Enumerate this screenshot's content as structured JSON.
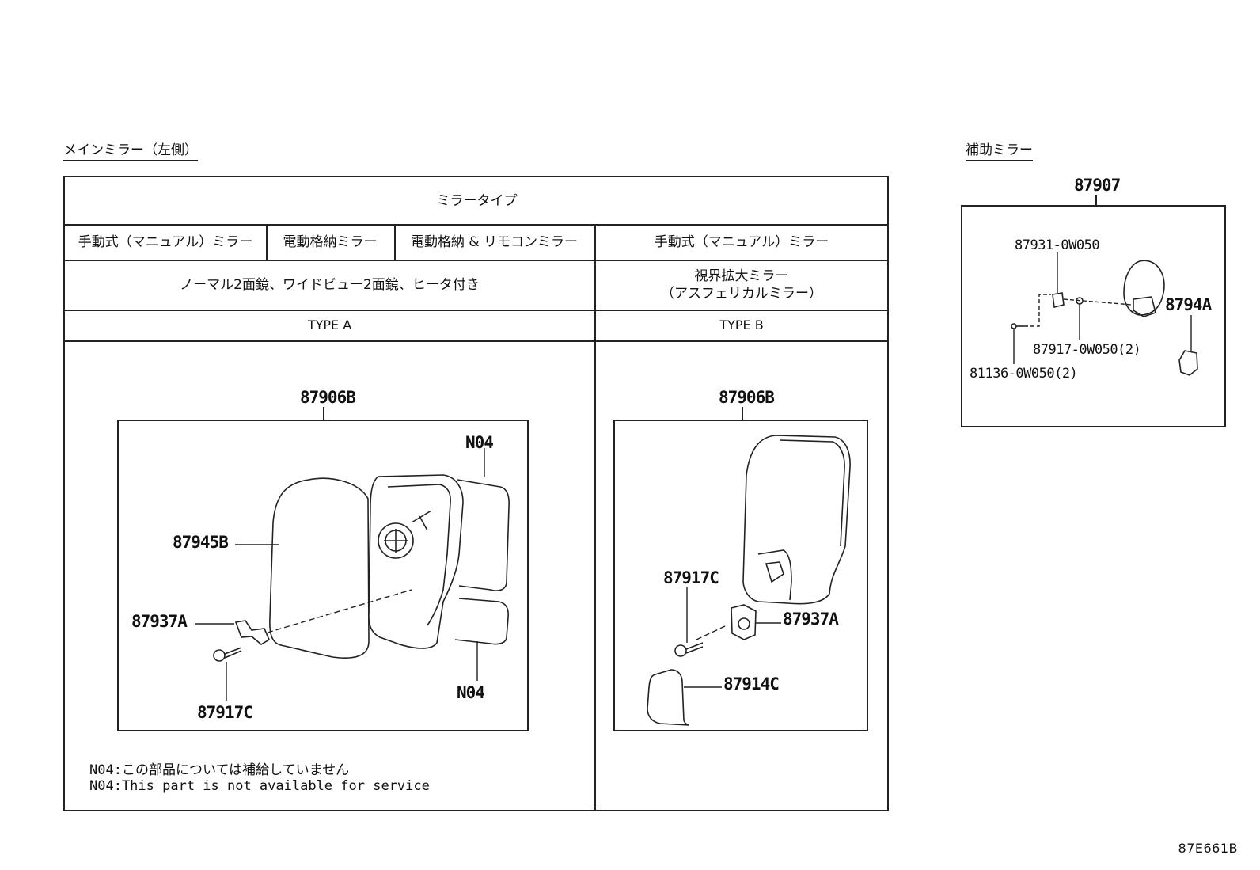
{
  "main_section": {
    "heading": "メインミラー（左側）",
    "table": {
      "header": "ミラータイプ",
      "types": [
        "手動式（マニュアル）ミラー",
        "電動格納ミラー",
        "電動格納 & リモコンミラー",
        "手動式（マニュアル）ミラー"
      ],
      "features_a": "ノーマル2面鏡、ワイドビュー2面鏡、ヒータ付き",
      "features_b_line1": "視界拡大ミラー",
      "features_b_line2": "（アスフェリカルミラー）",
      "type_a": "TYPE A",
      "type_b": "TYPE B"
    },
    "type_a_parts": {
      "assembly": "87906B",
      "mirror": "87945B",
      "bracket": "87937A",
      "screw": "87917C",
      "n04_top": "N04",
      "n04_bottom": "N04"
    },
    "type_b_parts": {
      "assembly": "87906B",
      "screw": "87917C",
      "bracket": "87937A",
      "cover": "87914C"
    },
    "notes": [
      "N04:この部品については補給していません",
      "N04:This part is not available for service"
    ]
  },
  "aux_section": {
    "heading": "補助ミラー",
    "assembly": "87907",
    "parts": {
      "bracket": "87931-0W050",
      "nut": "87917-0W050(2)",
      "bolt": "81136-0W050(2)",
      "stay": "8794A"
    }
  },
  "diagram_id": "87E661B"
}
